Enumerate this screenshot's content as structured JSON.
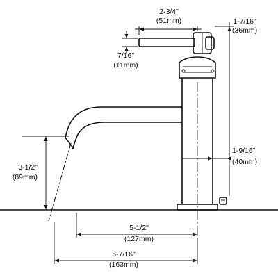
{
  "dimensions": {
    "handle_length": {
      "inch": "2-3/4\"",
      "mm": "(51mm)"
    },
    "handle_top_to_axis": {
      "inch": "1-7/16\"",
      "mm": "(36mm)"
    },
    "handle_thickness": {
      "inch": "7/16\"",
      "mm": "(11mm)"
    },
    "spout_clearance": {
      "inch": "3-1/2\"",
      "mm": "(89mm)"
    },
    "base_to_rod": {
      "inch": "1-9/16\"",
      "mm": "(40mm)"
    },
    "spout_reach": {
      "inch": "5-1/2\"",
      "mm": "(127mm)"
    },
    "overall_reach": {
      "inch": "6-7/16\"",
      "mm": "(163mm)"
    }
  },
  "colors": {
    "ink": "#111111",
    "background": "#ffffff"
  }
}
